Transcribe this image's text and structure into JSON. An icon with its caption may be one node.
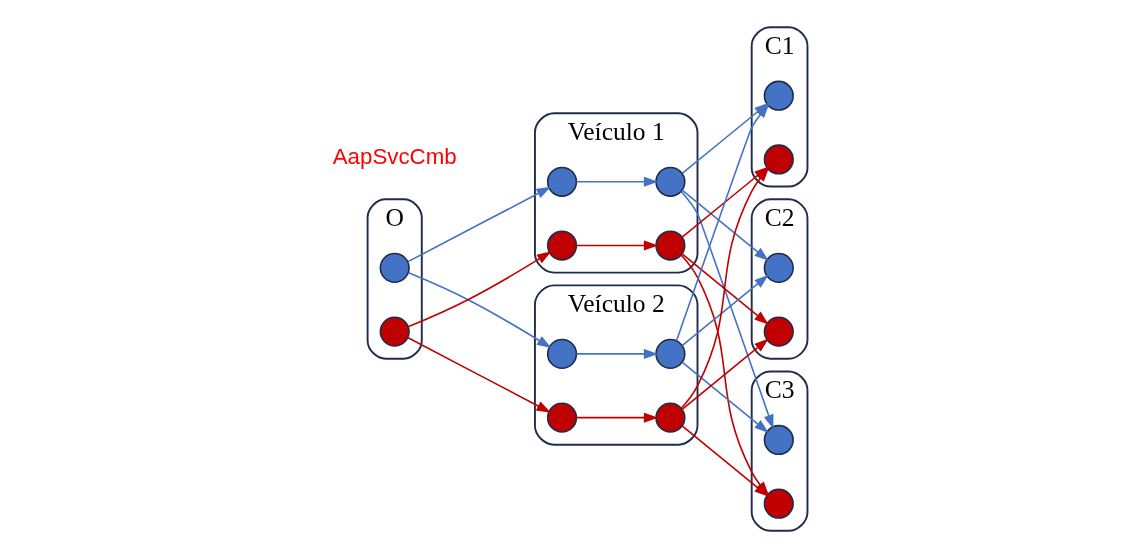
{
  "diagram": {
    "nodes": [
      {
        "text": [
          "O"
        ]
      },
      {
        "text": [],
        "shape": "circle",
        "in": 0
      },
      {
        "text": [],
        "shape": "circle",
        "in": 0
      },
      {
        "text": [
          "Veículo 1"
        ]
      },
      {
        "text": [],
        "shape": "circle",
        "in": 3
      },
      {
        "text": [],
        "shape": "circle",
        "in": 3
      },
      {
        "text": [],
        "shape": "circle",
        "in": 3
      },
      {
        "text": [],
        "shape": "circle",
        "in": 3
      },
      {
        "text": [
          "Veículo 2"
        ]
      },
      {
        "text": [],
        "shape": "circle",
        "in": 8
      },
      {
        "text": [],
        "shape": "circle",
        "in": 8
      },
      {
        "text": [],
        "shape": "circle",
        "in": 8
      },
      {
        "text": [],
        "shape": "circle",
        "in": 8
      },
      {
        "text": [
          "C1"
        ]
      },
      {
        "text": [],
        "shape": "circle",
        "in": 13
      },
      {
        "text": [],
        "shape": "circle",
        "in": 13
      },
      {
        "text": [
          "C2"
        ]
      },
      {
        "text": [],
        "shape": "circle",
        "in": 16
      },
      {
        "text": [],
        "shape": "circle",
        "in": 16
      },
      {
        "text": [
          "C3"
        ]
      },
      {
        "text": [],
        "shape": "circle",
        "in": 19
      },
      {
        "text": [],
        "shape": "circle",
        "in": 19
      }
    ],
    "edges": [
      {
        "from": 1,
        "to": 4,
        "arrow": "to",
        "color": "#4472c4"
      },
      {
        "from": 1,
        "to": 9,
        "arrow": "to",
        "color": "#4472c4"
      },
      {
        "from": 2,
        "to": 6,
        "arrow": "to",
        "color": "#c00000"
      },
      {
        "from": 2,
        "to": 11,
        "arrow": "to",
        "color": "#c00000"
      },
      {
        "from": 4,
        "to": 5,
        "arrow": "to",
        "color": "#4472c4"
      },
      {
        "from": 6,
        "to": 7,
        "arrow": "to",
        "color": "#c00000"
      },
      {
        "from": 9,
        "to": 10,
        "arrow": "to",
        "color": "#4472c4"
      },
      {
        "from": 11,
        "to": 12,
        "arrow": "to",
        "color": "#c00000"
      },
      {
        "from": 5,
        "to": 14,
        "arrow": "to",
        "color": "#4472c4"
      },
      {
        "from": 5,
        "to": 17,
        "arrow": "to",
        "color": "#4472c4"
      },
      {
        "from": 5,
        "to": 20,
        "arrow": "to",
        "color": "#4472c4"
      },
      {
        "from": 7,
        "to": 15,
        "arrow": "to",
        "color": "#c00000"
      },
      {
        "from": 7,
        "to": 18,
        "arrow": "to",
        "color": "#c00000"
      },
      {
        "from": 7,
        "to": 21,
        "arrow": "to",
        "color": "#c00000"
      },
      {
        "from": 10,
        "to": 14,
        "arrow": "to",
        "color": "#4472c4"
      },
      {
        "from": 10,
        "to": 17,
        "arrow": "to",
        "color": "#4472c4"
      },
      {
        "from": 10,
        "to": 20,
        "arrow": "to",
        "color": "#4472c4"
      },
      {
        "from": 12,
        "to": 15,
        "arrow": "to",
        "color": "#c00000"
      },
      {
        "from": 12,
        "to": 18,
        "arrow": "to",
        "color": "#c00000"
      },
      {
        "from": 12,
        "to": 21,
        "arrow": "to",
        "color": "#c00000"
      }
    ],
    "labels": [
      "AapSvcCmb"
    ]
  }
}
